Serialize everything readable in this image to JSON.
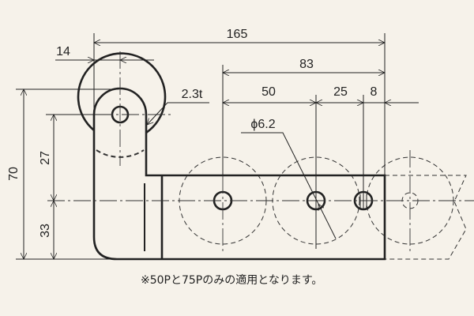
{
  "dimensions": {
    "overall_width": "165",
    "offset_left": "14",
    "span_83": "83",
    "span_50": "50",
    "span_25": "25",
    "span_8": "8",
    "thickness": "2.3t",
    "hole_diameter": "ϕ6.2",
    "overall_height": "70",
    "height_27": "27",
    "height_33": "33"
  },
  "footnote": "※50Pと75Pのみの適用となります。"
}
